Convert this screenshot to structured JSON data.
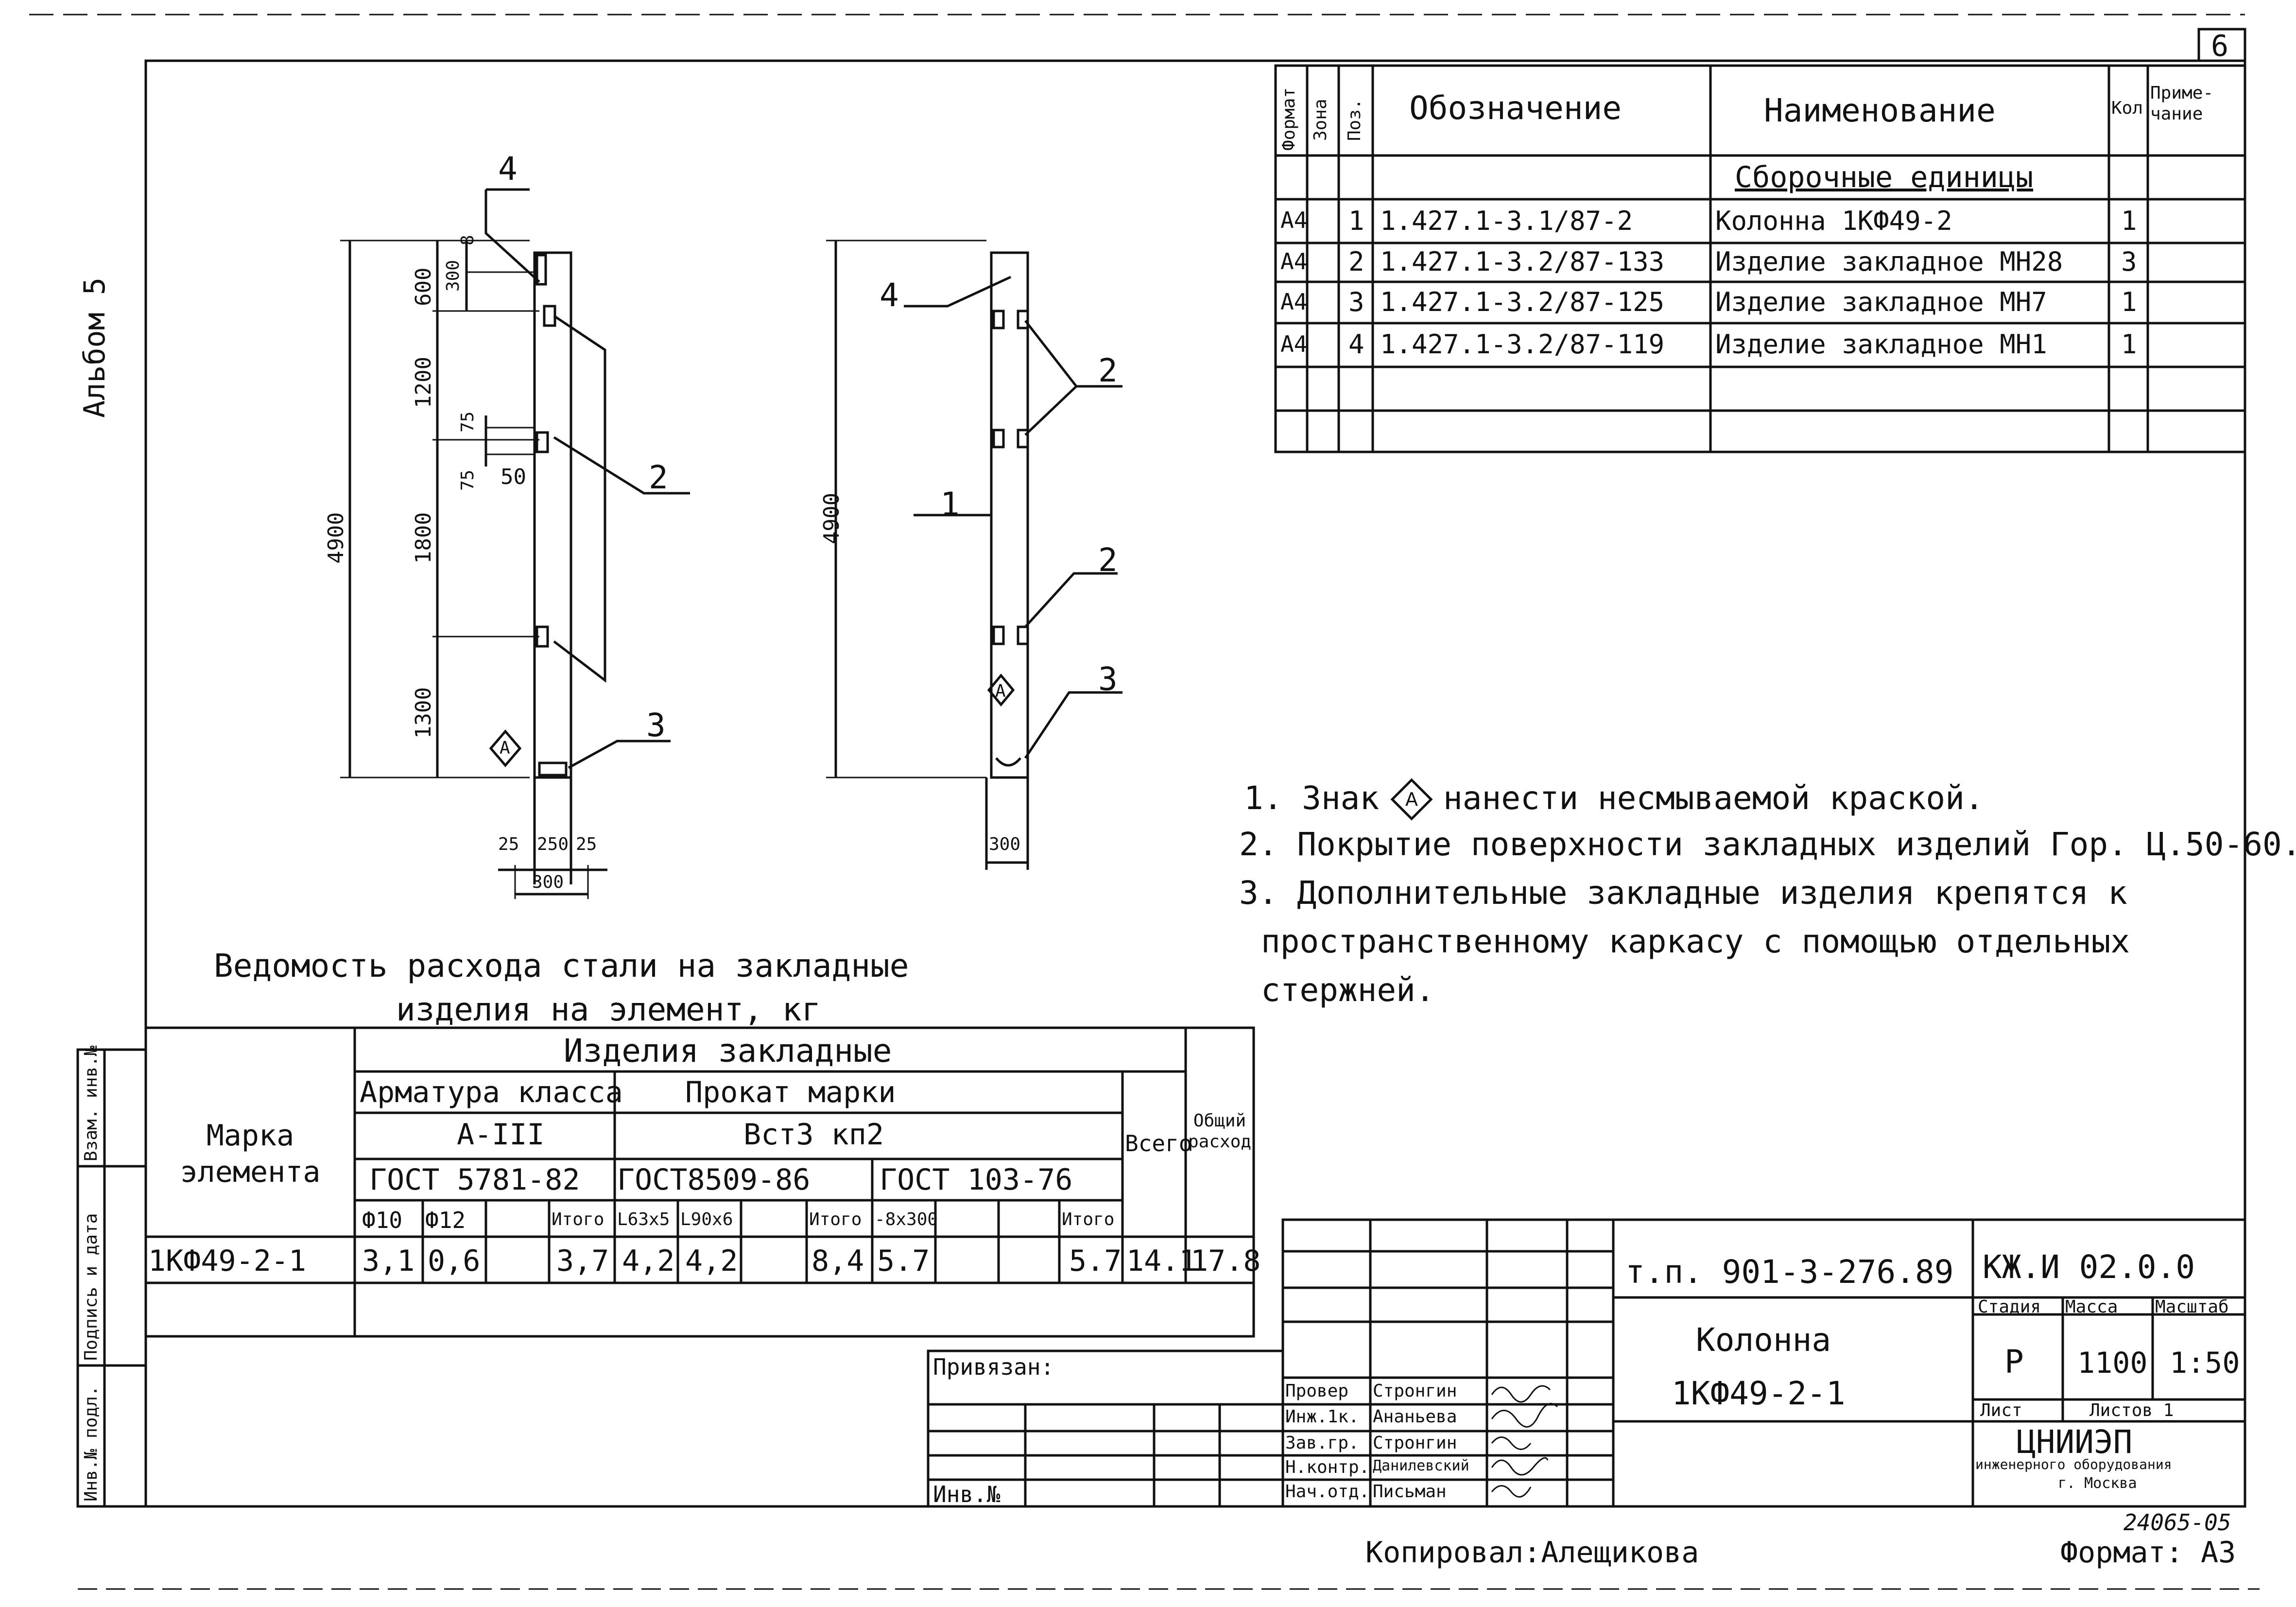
{
  "sheet": {
    "page_number": "6",
    "album": "Альбом 5",
    "copied_by": "Копировал:Алещикова",
    "format": "Формат: А3",
    "stamp_code": "24065-05"
  },
  "spec": {
    "headers": {
      "format": "Формат",
      "zone": "Зона",
      "pos": "Поз.",
      "designation": "Обозначение",
      "name": "Наименование",
      "qty": "Кол",
      "note": "Приме-чание"
    },
    "section": "Сборочные единицы",
    "rows": [
      {
        "format": "А4",
        "pos": "1",
        "designation": "1.427.1-3.1/87-2",
        "name": "Колонна 1КФ49-2",
        "qty": "1"
      },
      {
        "format": "А4",
        "pos": "2",
        "designation": "1.427.1-3.2/87-133",
        "name": "Изделие закладное МН28",
        "qty": "3"
      },
      {
        "format": "А4",
        "pos": "3",
        "designation": "1.427.1-3.2/87-125",
        "name": "Изделие закладное МН7",
        "qty": "1"
      },
      {
        "format": "А4",
        "pos": "4",
        "designation": "1.427.1-3.2/87-119",
        "name": "Изделие закладное МН1",
        "qty": "1"
      }
    ]
  },
  "drawing": {
    "left": {
      "overall": "4900",
      "d600": "600",
      "d300": "300",
      "d8": "8",
      "d1200": "1200",
      "d75a": "75",
      "d75b": "75",
      "d50": "50",
      "d1800": "1800",
      "d1300": "1300",
      "w25a": "25",
      "w250": "250",
      "w25b": "25",
      "w300": "300",
      "lab2": "2",
      "lab3": "3",
      "lab4": "4",
      "mark": "А"
    },
    "right": {
      "overall": "4900",
      "w300": "300",
      "lab1": "1",
      "lab2a": "2",
      "lab2b": "2",
      "lab3": "3",
      "lab4": "4",
      "mark": "А"
    }
  },
  "notes": [
    "1. Знак",
    "нанести несмываемой краской.",
    "2. Покрытие поверхности закладных изделий Гор. Ц.50-60.",
    "3. Дополнительные закладные изделия крепятся к",
    "пространственному каркасу с помощью отдельных",
    "стержней."
  ],
  "steel": {
    "title1": "Ведомость расхода стали на закладные",
    "title2": "изделия на элемент, кг",
    "mark_header": "Марка элемента",
    "items_header": "Изделия закладные",
    "rebar_header": "Арматура класса",
    "rebar_class": "А-III",
    "rebar_gost": "ГОСТ 5781-82",
    "rolled_header": "Прокат марки",
    "rolled_grade": "Вст3 кп2",
    "gost1": "ГОСТ8509-86",
    "gost2": "ГОСТ 103-76",
    "total": "Всего",
    "overall": "Общий расход",
    "subheads": [
      "Ф10",
      "Ф12",
      "",
      "Итого",
      "L63х5",
      "L90х6",
      "",
      "Итого",
      "-8х300",
      "",
      "",
      "Итого"
    ],
    "row": {
      "mark": "1КФ49-2-1",
      "values": [
        "3,1",
        "0,6",
        "",
        "3,7",
        "4,2",
        "4,2",
        "",
        "8,4",
        "5.7",
        "",
        "",
        "5.7"
      ],
      "total": "14.1",
      "overall": "17.8"
    }
  },
  "sidebar": [
    "Инв.№ подл.",
    "Подпись и дата",
    "Взам. инв.№"
  ],
  "title_block": {
    "project": "т.п. 901-3-276.89",
    "code": "КЖ.И 02.0.0",
    "name1": "Колонна",
    "name2": "1КФ49-2-1",
    "stage_h": "Стадия",
    "mass_h": "Масса",
    "scale_h": "Масштаб",
    "stage": "Р",
    "mass": "1100",
    "scale": "1:50",
    "sheet": "Лист",
    "sheets": "Листов 1",
    "org1": "ЦНИИЭП",
    "org2": "инженерного оборудования",
    "org3": "г. Москва",
    "bound": "Привязан:",
    "inv": "Инв.№",
    "roles": [
      "Провер",
      "Инж.1к.",
      "Зав.гр.",
      "Н.контр.",
      "Нач.отд."
    ],
    "names": [
      "Стронгин",
      "Ананьева",
      "Стронгин",
      "Данилевский",
      "Письман"
    ]
  }
}
